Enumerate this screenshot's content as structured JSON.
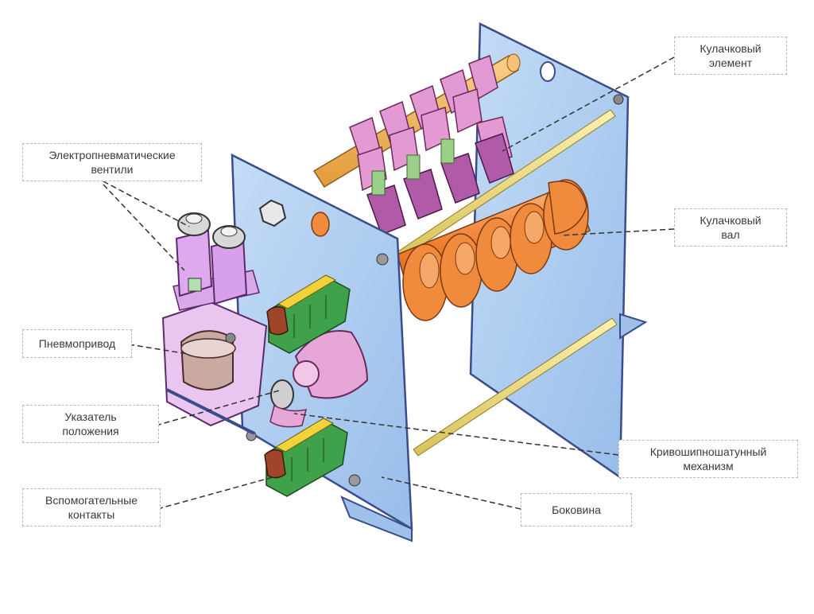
{
  "labels": {
    "cam_element": [
      "Кулачковый",
      "элемент"
    ],
    "electropneumatic_valves": [
      "Электропневматические",
      "вентили"
    ],
    "cam_shaft": [
      "Кулачковый",
      "вал"
    ],
    "pneumatic_drive": [
      "Пневмопривод"
    ],
    "position_indicator": [
      "Указатель",
      "положения"
    ],
    "crank_mechanism": [
      "Кривошипношатунный",
      "механизм"
    ],
    "auxiliary_contacts": [
      "Вспомогательные",
      "контакты"
    ],
    "side_panel": [
      "Боковина"
    ]
  },
  "colors": {
    "panel": "#a9c9ef",
    "panel_edge": "#3a4c8a",
    "shaft": "#f08a3c",
    "cam": "#d98cc8",
    "rod": "#f3e38a",
    "contact_green": "#3fa24a",
    "contact_yellow": "#f2d23a",
    "valve": "#e0a8ef",
    "leader": "#333333"
  }
}
